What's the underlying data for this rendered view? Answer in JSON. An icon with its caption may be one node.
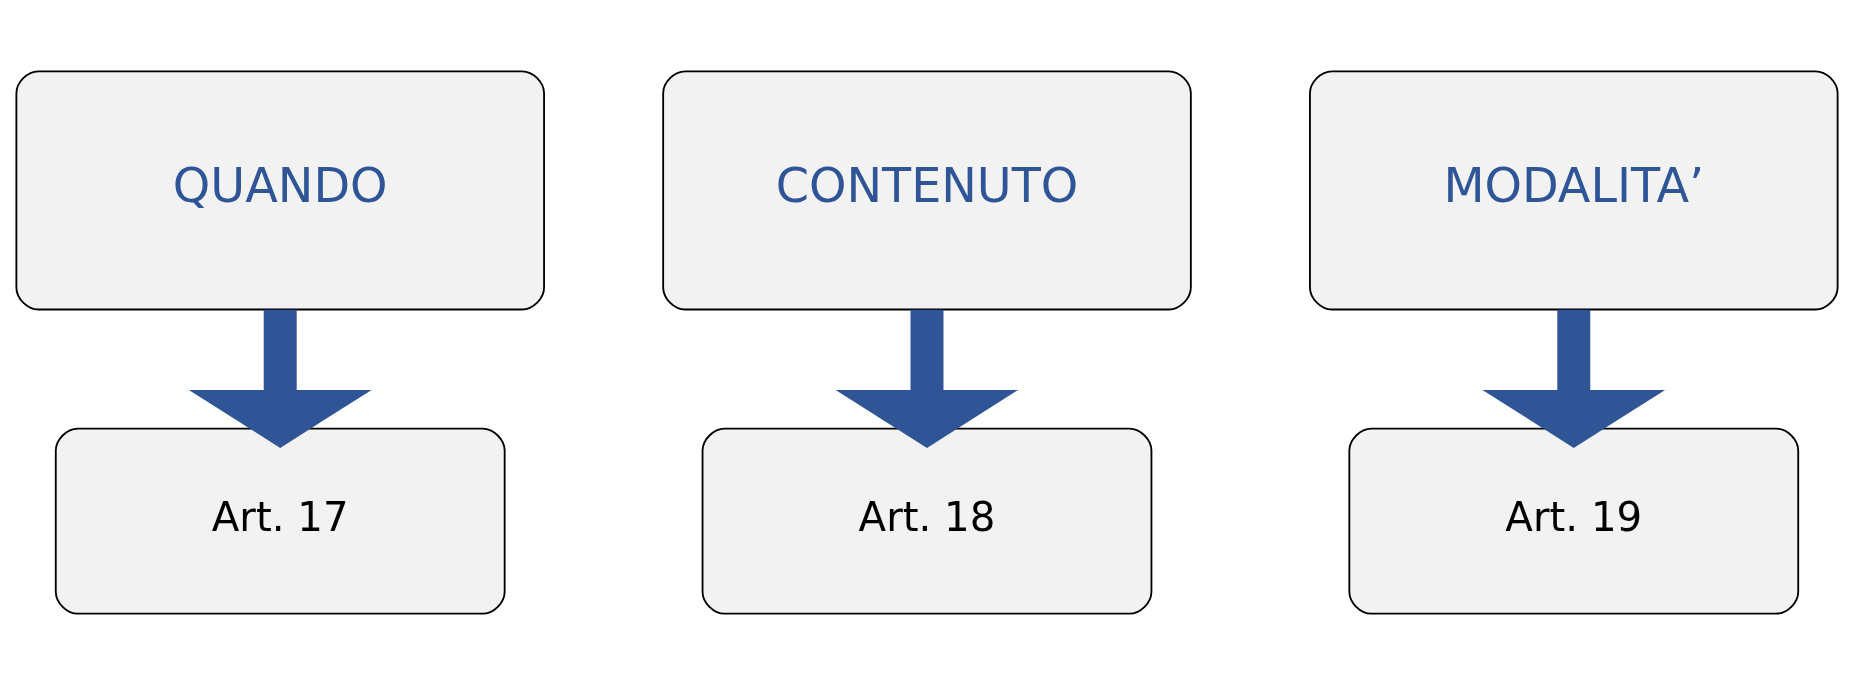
{
  "diagram": {
    "nodes": [
      {
        "text": [
          "QUANDO"
        ]
      },
      {
        "text": [
          "CONTENUTO"
        ]
      },
      {
        "text": [
          "MODALITA’"
        ]
      },
      {
        "text": [
          "Art. 17"
        ]
      },
      {
        "text": [
          "Art. 18"
        ]
      },
      {
        "text": [
          "Art. 19"
        ]
      }
    ],
    "edges": [
      {
        "from": 0,
        "to": 3,
        "arrow": "to"
      },
      {
        "from": 1,
        "to": 4,
        "arrow": "to"
      },
      {
        "from": 2,
        "to": 5,
        "arrow": "to"
      }
    ]
  }
}
